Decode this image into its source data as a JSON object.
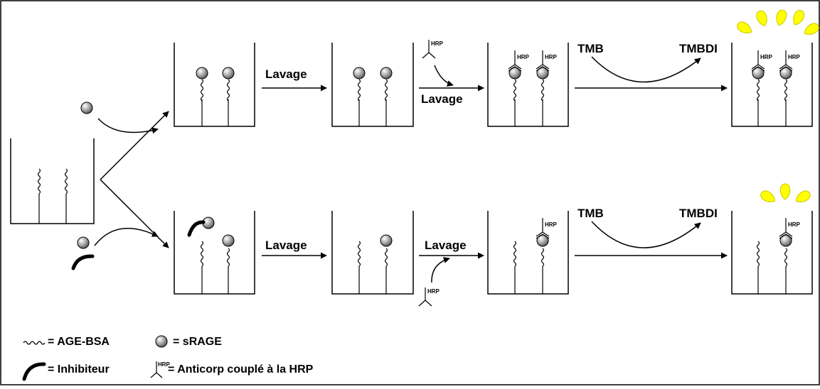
{
  "diagram": {
    "steps": {
      "lavage": "Lavage",
      "substrate": "TMB",
      "product": "TMBDI",
      "hrp_tag": "HRP"
    },
    "legend": {
      "age_bsa": "= AGE-BSA",
      "srage": "= sRAGE",
      "inhibitor": "= Inhibiteur",
      "antibody": "= Anticorp couplé à la HRP"
    },
    "colors": {
      "ink": "#000000",
      "sphere": "#9a9a9a",
      "glow": "#ffff00",
      "glow_stroke": "#c8c800"
    }
  }
}
